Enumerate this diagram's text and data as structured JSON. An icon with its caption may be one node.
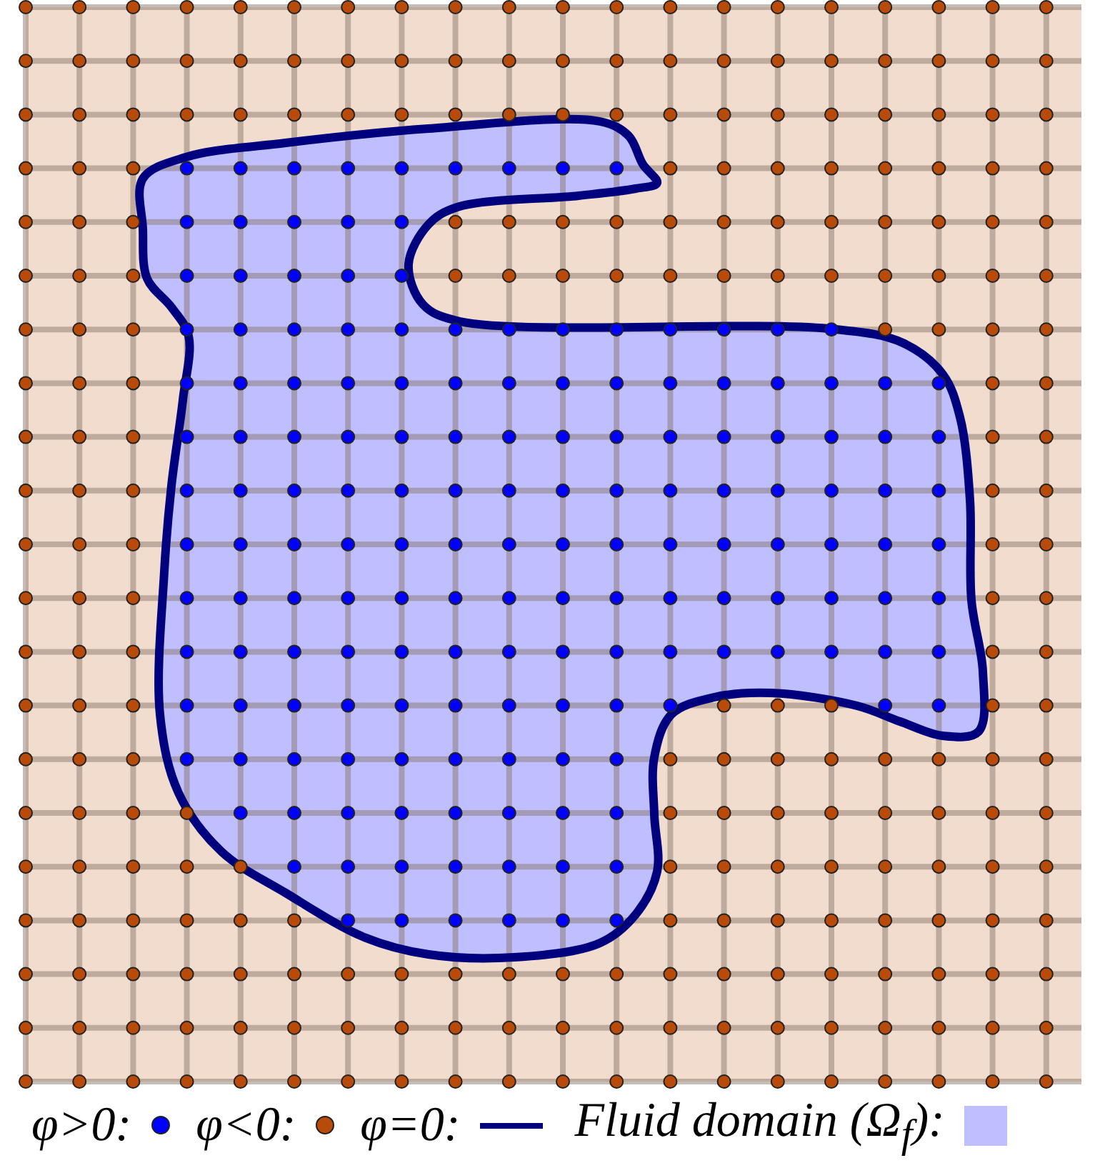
{
  "diagram": {
    "legend": [
      {
        "text": "φ>0:",
        "color": "#0000ff"
      },
      {
        "text": "φ<0:",
        "color": "#b84a0a"
      },
      {
        "text": "φ=0:"
      },
      {
        "text": "Fluid domain (Ω$_{f}$):",
        "color": "#bfbfff"
      }
    ]
  }
}
